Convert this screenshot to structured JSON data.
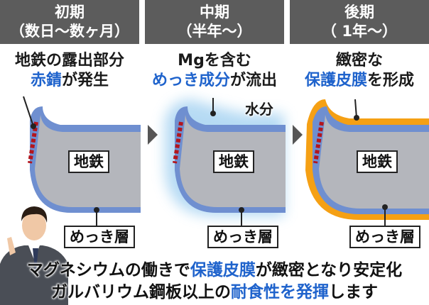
{
  "panels": [
    {
      "header_line1": "初期",
      "header_line2": "（数日〜数ヶ月）",
      "caption_line1": "地鉄の露出部分",
      "caption_line2_highlight": "赤錆",
      "caption_line2_rest": "が発生",
      "substrate_label": "地鉄",
      "coating_label": "めっき層"
    },
    {
      "header_line1": "中期",
      "header_line2": "（半年〜）",
      "caption_line1": "Mgを含む",
      "caption_line2_highlight": "めっき成分",
      "caption_line2_rest": "が流出",
      "water_label": "水分",
      "substrate_label": "地鉄",
      "coating_label": "めっき層"
    },
    {
      "header_line1": "後期",
      "header_line2": "（ 1年〜）",
      "caption_line1": "緻密な",
      "caption_line2_highlight": "保護皮膜",
      "caption_line2_rest": "を形成",
      "substrate_label": "地鉄",
      "coating_label": "めっき層"
    }
  ],
  "bottom_text": {
    "line1_pre": "マグネシウムの働きで",
    "line1_highlight": "保護皮膜",
    "line1_post": "が緻密となり安定化",
    "line2_pre": "ガルバリウム鋼板以上の",
    "line2_highlight": "耐食性を発揮",
    "line2_post": "します"
  },
  "colors": {
    "header_bg": "#5c5c5c",
    "substrate": "#b4b6bc",
    "coating": "#6f8fd0",
    "rust": "#b3161d",
    "film": "#f5a014",
    "highlight_text": "#1f63cc"
  },
  "icons": {
    "arrows": "triangle-right-icon",
    "person": "presenter-avatar"
  }
}
